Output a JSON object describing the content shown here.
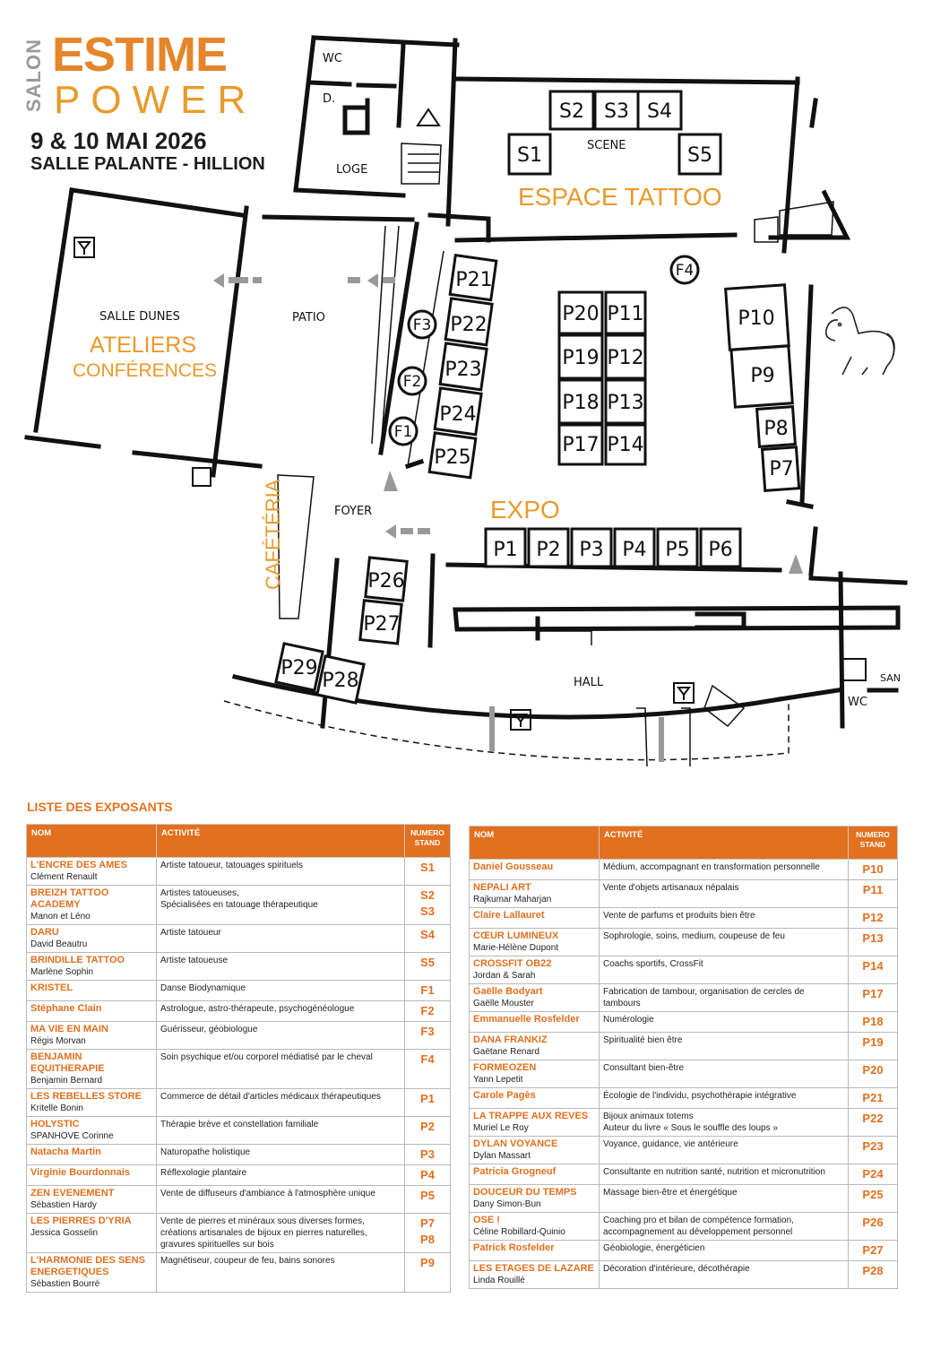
{
  "header": {
    "salon": "SALON",
    "brand1": "ESTIME",
    "brand2": "POWER",
    "dates": "9 & 10 MAI 2026",
    "place": "SALLE PALANTE - HILLION"
  },
  "map": {
    "rooms": {
      "wc": "WC",
      "d": "D.",
      "loge": "LOGE",
      "scene": "SCENE",
      "tattoo": "ESPACE TATTOO",
      "dunes": "SALLE DUNES",
      "ateliers": "ATELIERS",
      "conferences": "CONFÉRENCES",
      "patio": "PATIO",
      "foyer": "FOYER",
      "cafeteria": "CAFÉTÉRIA",
      "expo": "EXPO",
      "hall": "HALL",
      "wc2": "WC",
      "san": "SAN"
    },
    "stands": {
      "S1": "S1",
      "S2": "S2",
      "S3": "S3",
      "S4": "S4",
      "S5": "S5",
      "P1": "P1",
      "P2": "P2",
      "P3": "P3",
      "P4": "P4",
      "P5": "P5",
      "P6": "P6",
      "P7": "P7",
      "P8": "P8",
      "P9": "P9",
      "P10": "P10",
      "P11": "P11",
      "P12": "P12",
      "P13": "P13",
      "P14": "P14",
      "P17": "P17",
      "P18": "P18",
      "P19": "P19",
      "P20": "P20",
      "P21": "P21",
      "P22": "P22",
      "P23": "P23",
      "P24": "P24",
      "P25": "P25",
      "P26": "P26",
      "P27": "P27",
      "P28": "P28",
      "P29": "P29",
      "F1": "F1",
      "F2": "F2",
      "F3": "F3",
      "F4": "F4"
    }
  },
  "list_title": "LISTE DES EXPOSANTS",
  "table_headers": {
    "nom": "NOM",
    "activite": "ACTIVITÉ",
    "numero": "NUMERO",
    "stand": "STAND"
  },
  "left_rows": [
    {
      "name": "L'ENCRE DES AMES",
      "person": "Clément Renault",
      "activity": "Artiste tatoueur, tatouages spirituels",
      "activity2": "",
      "stand": "S1",
      "stand2": ""
    },
    {
      "name": "BREIZH TATTOO ACADEMY",
      "person": "Manon et Léno",
      "activity": "Artistes tatoueuses,",
      "activity2": "Spécialisées en tatouage thérapeutique",
      "stand": "S2",
      "stand2": "S3"
    },
    {
      "name": "DARU",
      "person": "David Beautru",
      "activity": "Artiste tatoueur",
      "activity2": "",
      "stand": "S4",
      "stand2": ""
    },
    {
      "name": "BRINDILLE TATTOO",
      "person": "Marlène Sophin",
      "activity": "Artiste tatoueuse",
      "activity2": "",
      "stand": "S5",
      "stand2": ""
    },
    {
      "name": "KRISTEL",
      "person": "",
      "activity": "Danse Biodynamique",
      "activity2": "",
      "stand": "F1",
      "stand2": ""
    },
    {
      "name": "Stéphane Clain",
      "person": "",
      "activity": "Astrologue, astro-thérapeute, psychogénéologue",
      "activity2": "",
      "stand": "F2",
      "stand2": ""
    },
    {
      "name": "MA VIE EN MAIN",
      "person": "Régis Morvan",
      "activity": "Guérisseur, géobiologue",
      "activity2": "",
      "stand": "F3",
      "stand2": ""
    },
    {
      "name": "BENJAMIN EQUITHERAPIE",
      "person": "Benjamin Bernard",
      "activity": "Soin psychique et/ou corporel médiatisé par le cheval",
      "activity2": "",
      "stand": "F4",
      "stand2": ""
    },
    {
      "name": "LES REBELLES STORE",
      "person": "Kritelle Bonin",
      "activity": "Commerce de détail d'articles médicaux thérapeutiques",
      "activity2": "",
      "stand": "P1",
      "stand2": ""
    },
    {
      "name": "HOLYSTIC",
      "person": "SPANHOVE Corinne",
      "activity": "Thérapie brève et constellation familiale",
      "activity2": "",
      "stand": "P2",
      "stand2": ""
    },
    {
      "name": "Natacha Martin",
      "person": "",
      "activity": "Naturopathe holistique",
      "activity2": "",
      "stand": "P3",
      "stand2": ""
    },
    {
      "name": "Virginie Bourdonnais",
      "person": "",
      "activity": "Réflexologie plantaire",
      "activity2": "",
      "stand": "P4",
      "stand2": ""
    },
    {
      "name": "ZEN EVENEMENT",
      "person": "Sébastien Hardy",
      "activity": "Vente de diffuseurs d'ambiance à l'atmosphère unique",
      "activity2": "",
      "stand": "P5",
      "stand2": ""
    },
    {
      "name": "LES PIERRES D'YRIA",
      "person": "Jessica Gosselin",
      "activity": "Vente de pierres et minéraux sous diverses formes, créations artisanales de bijoux en pierres naturelles, gravures spirituelles sur bois",
      "activity2": "",
      "stand": "P7",
      "stand2": "P8"
    },
    {
      "name": "L'HARMONIE DES SENS ENERGETIQUES",
      "person": "Sébastien Bourré",
      "activity": "Magnétiseur, coupeur de feu, bains sonores",
      "activity2": "",
      "stand": "P9",
      "stand2": ""
    }
  ],
  "right_rows": [
    {
      "name": "Daniel Gousseau",
      "person": "",
      "activity": "Médium, accompagnant en transformation personnelle",
      "activity2": "",
      "stand": "P10",
      "stand2": ""
    },
    {
      "name": "NEPALI ART",
      "person": "Rajkumar Maharjan",
      "activity": "Vente d'objets artisanaux népalais",
      "activity2": "",
      "stand": "P11",
      "stand2": ""
    },
    {
      "name": "Claire Lallauret",
      "person": "",
      "activity": "Vente de parfums et produits bien être",
      "activity2": "",
      "stand": "P12",
      "stand2": ""
    },
    {
      "name": "CŒUR LUMINEUX",
      "person": "Marie-Hélène Dupont",
      "activity": "Sophrologie, soins, medium, coupeuse de feu",
      "activity2": "",
      "stand": "P13",
      "stand2": ""
    },
    {
      "name": "CROSSFIT OB22",
      "person": "Jordan & Sarah",
      "activity": "Coachs sportifs, CrossFit",
      "activity2": "",
      "stand": "P14",
      "stand2": ""
    },
    {
      "name": "Gaëlle Bodyart",
      "person": "Gaëlle Mouster",
      "activity": "Fabrication de tambour, organisation de cercles de tambours",
      "activity2": "",
      "stand": "P17",
      "stand2": ""
    },
    {
      "name": "Emmanuelle Rosfelder",
      "person": "",
      "activity": "Numérologie",
      "activity2": "",
      "stand": "P18",
      "stand2": ""
    },
    {
      "name": "DANA FRANKIZ",
      "person": "Gaëtane Renard",
      "activity": "Spiritualité bien être",
      "activity2": "",
      "stand": "P19",
      "stand2": ""
    },
    {
      "name": "FORMEOZEN",
      "person": "Yann Lepetit",
      "activity": "Consultant bien-être",
      "activity2": "",
      "stand": "P20",
      "stand2": ""
    },
    {
      "name": "Carole Pagès",
      "person": "",
      "activity": "Écologie de l'individu, psychothérapie intégrative",
      "activity2": "",
      "stand": "P21",
      "stand2": ""
    },
    {
      "name": "LA TRAPPE AUX REVES",
      "person": "Muriel Le Roy",
      "activity": "Bijoux animaux totems",
      "activity2": "Auteur du livre « Sous le souffle des loups »",
      "stand": "P22",
      "stand2": ""
    },
    {
      "name": "DYLAN VOYANCE",
      "person": "Dylan Massart",
      "activity": "Voyance, guidance, vie antérieure",
      "activity2": "",
      "stand": "P23",
      "stand2": ""
    },
    {
      "name": "Patricia Grogneuf",
      "person": "",
      "activity": "Consultante en nutrition santé, nutrition et micronutrition",
      "activity2": "",
      "stand": "P24",
      "stand2": ""
    },
    {
      "name": "DOUCEUR DU TEMPS",
      "person": "Dany Simon-Bun",
      "activity": "Massage bien-être et énergétique",
      "activity2": "",
      "stand": "P25",
      "stand2": ""
    },
    {
      "name": "OSE !",
      "person": "Céline Robillard-Quinio",
      "activity": "Coaching pro et bilan de compétence formation, accompagnement au développement personnel",
      "activity2": "",
      "stand": "P26",
      "stand2": ""
    },
    {
      "name": "Patrick Rosfelder",
      "person": "",
      "activity": "Géobiologie, énergéticien",
      "activity2": "",
      "stand": "P27",
      "stand2": ""
    },
    {
      "name": "LES ETAGES DE LAZARE",
      "person": "Linda Rouillé",
      "activity": "Décoration d'intérieure, décothérapie",
      "activity2": "",
      "stand": "P28",
      "stand2": ""
    }
  ]
}
